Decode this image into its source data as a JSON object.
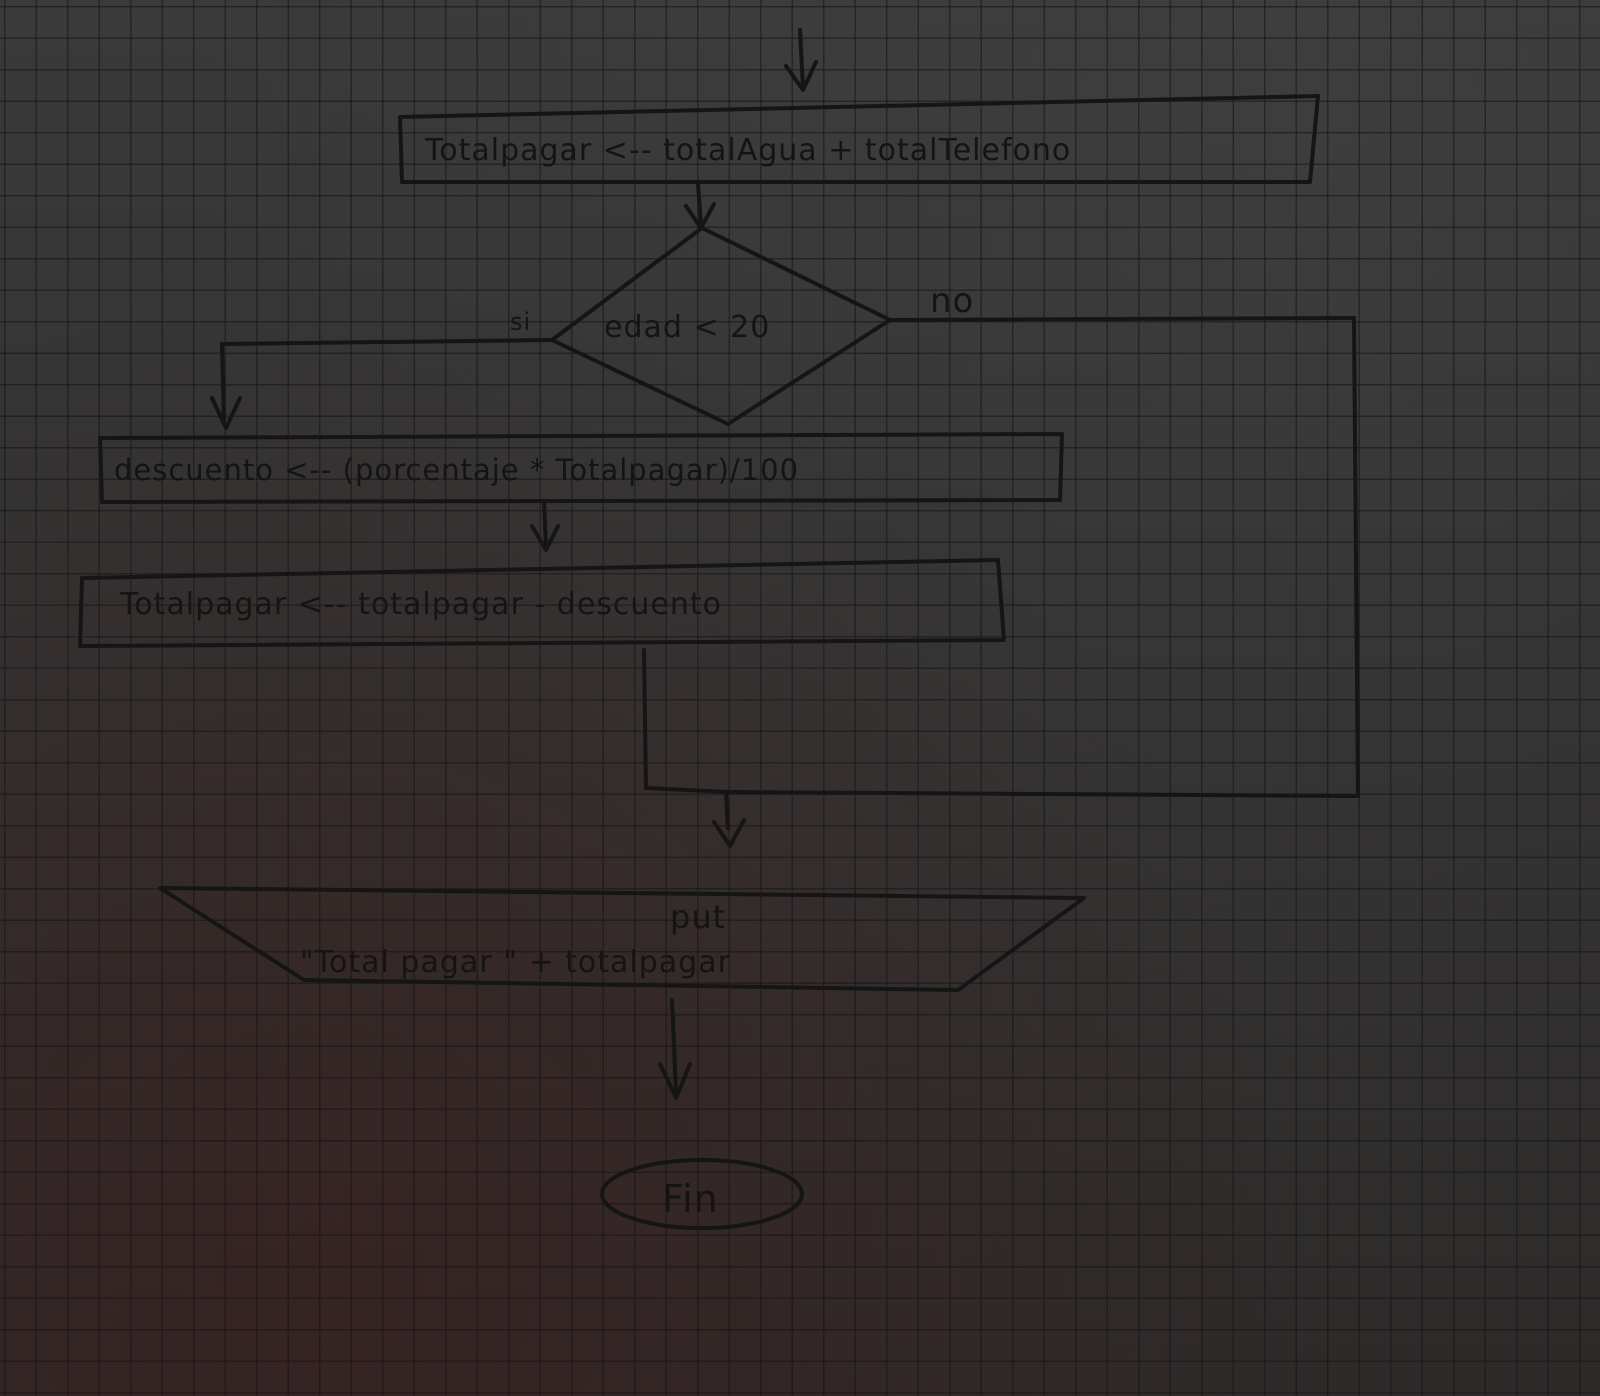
{
  "flowchart": {
    "assign_total": "Totalpagar <-- totalAgua + totalTelefono",
    "condition": "edad < 20",
    "yes_label": "si",
    "no_label": "no",
    "discount": "descuento <-- (porcentaje * Totalpagar)/100",
    "subtract": "Totalpagar <-- totalpagar - descuento",
    "output_keyword": "put",
    "output_text": "\"Total pagar \" + totalpagar",
    "end": "Fin"
  }
}
